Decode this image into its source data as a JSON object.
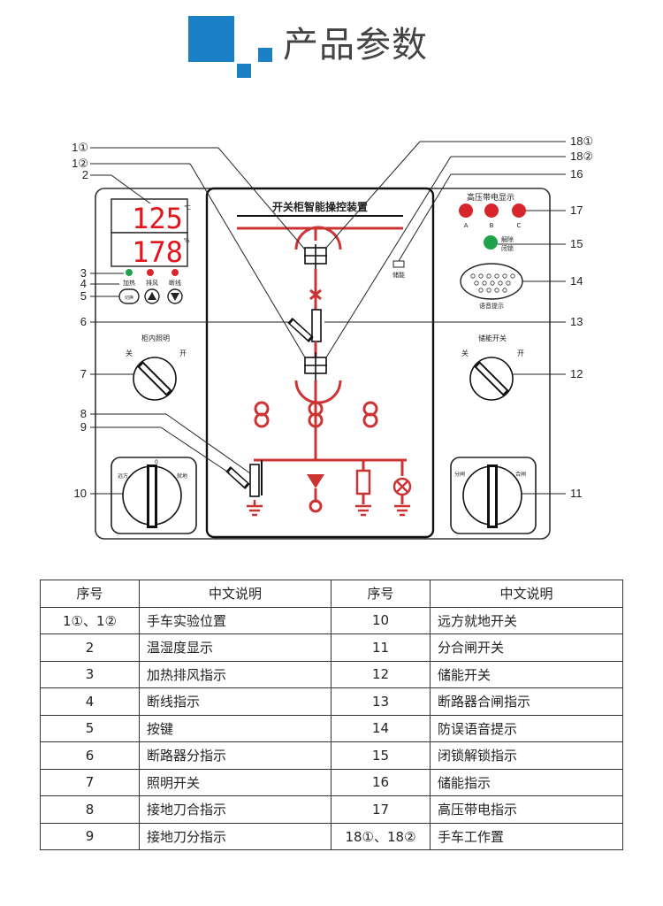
{
  "header": {
    "title": "产品参数"
  },
  "diagram": {
    "device_title": "开关柜智能操控装置",
    "display1": "125",
    "display1_unit": "℃",
    "display2": "178",
    "display2_unit": "%",
    "indicator_labels": [
      "加热",
      "排风",
      "断线"
    ],
    "button_labels": [
      "切换\n设置",
      "▲",
      "▼"
    ],
    "hv_label": "高压带电显示",
    "hv_phases": [
      "A",
      "B",
      "C"
    ],
    "unlock_label_1": "解除",
    "unlock_label_2": "闭锁",
    "storage_label": "储能",
    "voice_label": "语音提示",
    "light_switch_label": "柜内照明",
    "light_off": "关",
    "light_on": "开",
    "storage_switch_label": "储能开关",
    "storage_off": "关",
    "storage_on": "开",
    "remote_left": "远方",
    "remote_top": "0",
    "remote_right": "就地",
    "breaker_left": "分闸",
    "breaker_right": "合闸",
    "callouts_left": [
      "1①",
      "1②",
      "2",
      "3",
      "4",
      "5",
      "6",
      "7",
      "8",
      "9",
      "10"
    ],
    "callouts_right": [
      "18①",
      "18②",
      "16",
      "17",
      "15",
      "14",
      "13",
      "12",
      "11"
    ],
    "colors": {
      "red": "#d7262b",
      "green": "#1fa34a",
      "display_red": "#e3141b"
    }
  },
  "table": {
    "headers": [
      "序号",
      "中文说明",
      "序号",
      "中文说明"
    ],
    "rows": [
      [
        "1①、1②",
        "手车实验位置",
        "10",
        "远方就地开关"
      ],
      [
        "2",
        "温湿度显示",
        "11",
        "分合闸开关"
      ],
      [
        "3",
        "加热排风指示",
        "12",
        "储能开关"
      ],
      [
        "4",
        "断线指示",
        "13",
        "断路器合闸指示"
      ],
      [
        "5",
        "按键",
        "14",
        "防误语音提示"
      ],
      [
        "6",
        "断路器分指示",
        "15",
        "闭锁解锁指示"
      ],
      [
        "7",
        "照明开关",
        "16",
        "储能指示"
      ],
      [
        "8",
        "接地刀合指示",
        "17",
        "高压带电指示"
      ],
      [
        "9",
        "接地刀分指示",
        "18①、18②",
        "手车工作置"
      ]
    ]
  }
}
